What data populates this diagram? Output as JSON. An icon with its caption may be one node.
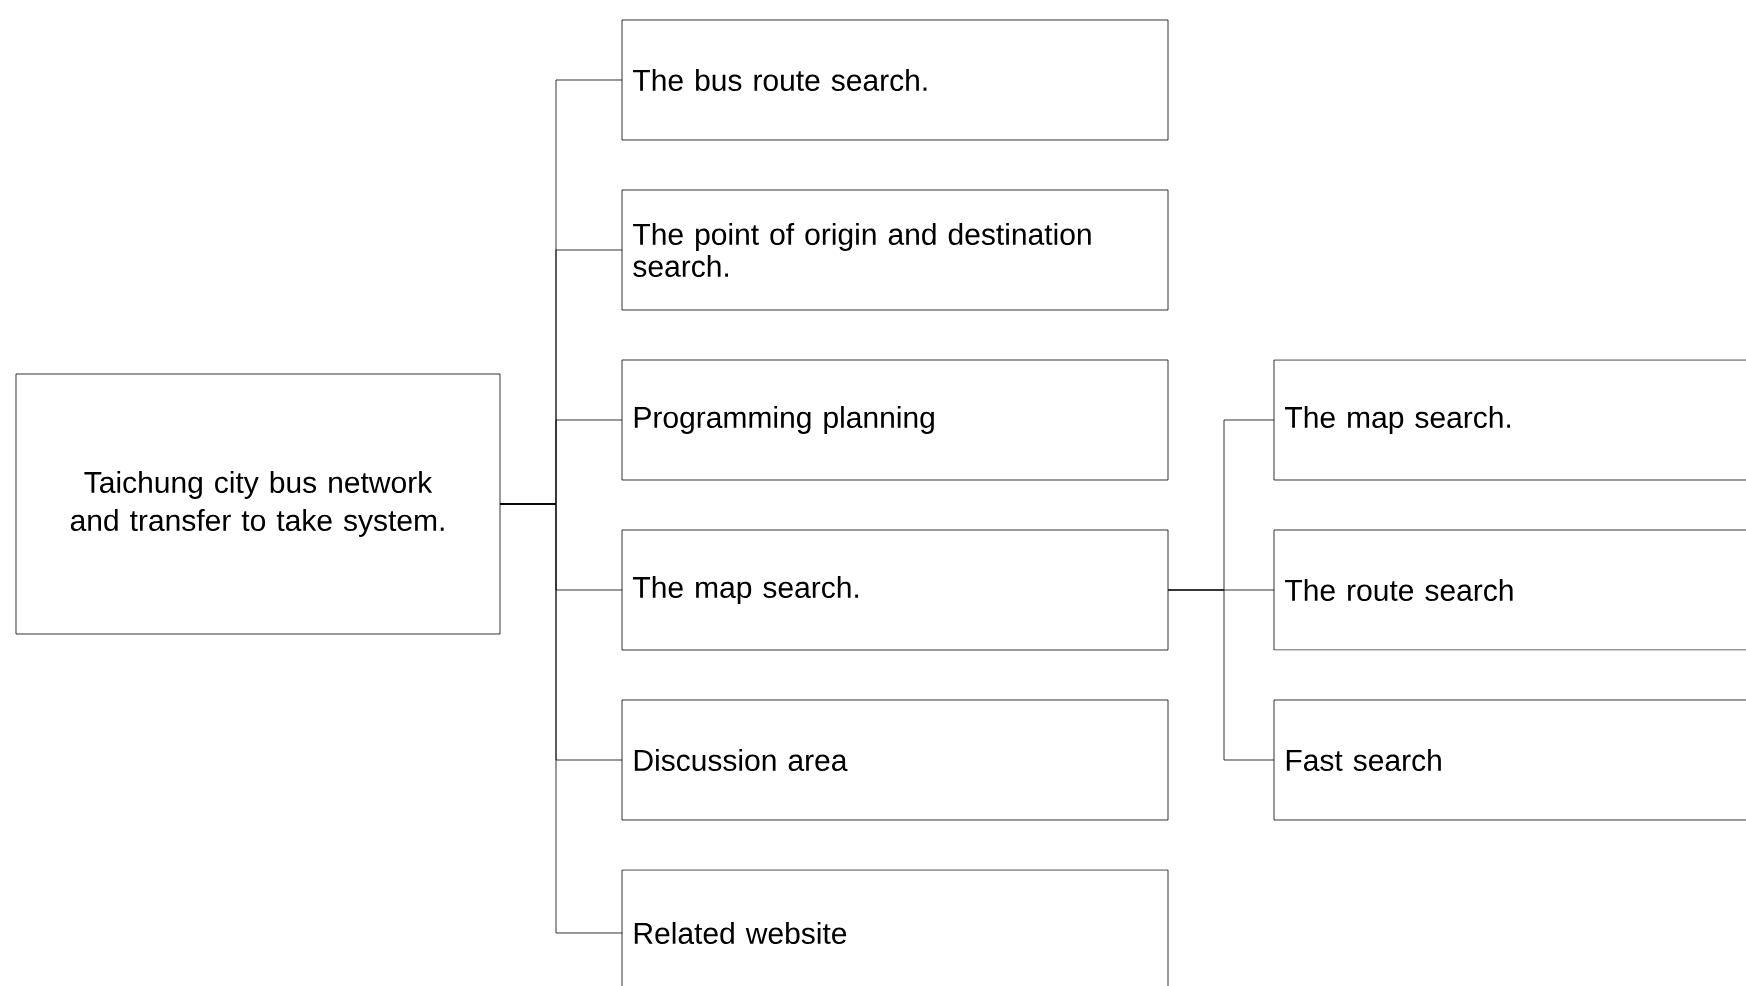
{
  "diagram": {
    "nodes": [
      {
        "text": [
          "Taichung city bus network and transfer to take system."
        ]
      },
      {
        "text": [
          "The bus route search."
        ]
      },
      {
        "text": [
          "The point of origin and destination search."
        ]
      },
      {
        "text": [
          "Programming planning"
        ]
      },
      {
        "text": [
          "The map search."
        ]
      },
      {
        "text": [
          "Discussion area"
        ]
      },
      {
        "text": [
          "Related website"
        ]
      },
      {
        "text": [
          "The map search."
        ]
      },
      {
        "text": [
          "The route search"
        ]
      },
      {
        "text": [
          "Fast search"
        ]
      }
    ],
    "edges": [
      {
        "from": 0,
        "to": 1,
        "arrow": "none"
      },
      {
        "from": 0,
        "to": 2,
        "arrow": "none"
      },
      {
        "from": 0,
        "to": 3,
        "arrow": "none"
      },
      {
        "from": 0,
        "to": 4,
        "arrow": "none"
      },
      {
        "from": 0,
        "to": 5,
        "arrow": "none"
      },
      {
        "from": 0,
        "to": 6,
        "arrow": "none"
      },
      {
        "from": 4,
        "to": 7,
        "arrow": "none"
      },
      {
        "from": 4,
        "to": 8,
        "arrow": "none"
      },
      {
        "from": 4,
        "to": 9,
        "arrow": "none"
      }
    ]
  }
}
